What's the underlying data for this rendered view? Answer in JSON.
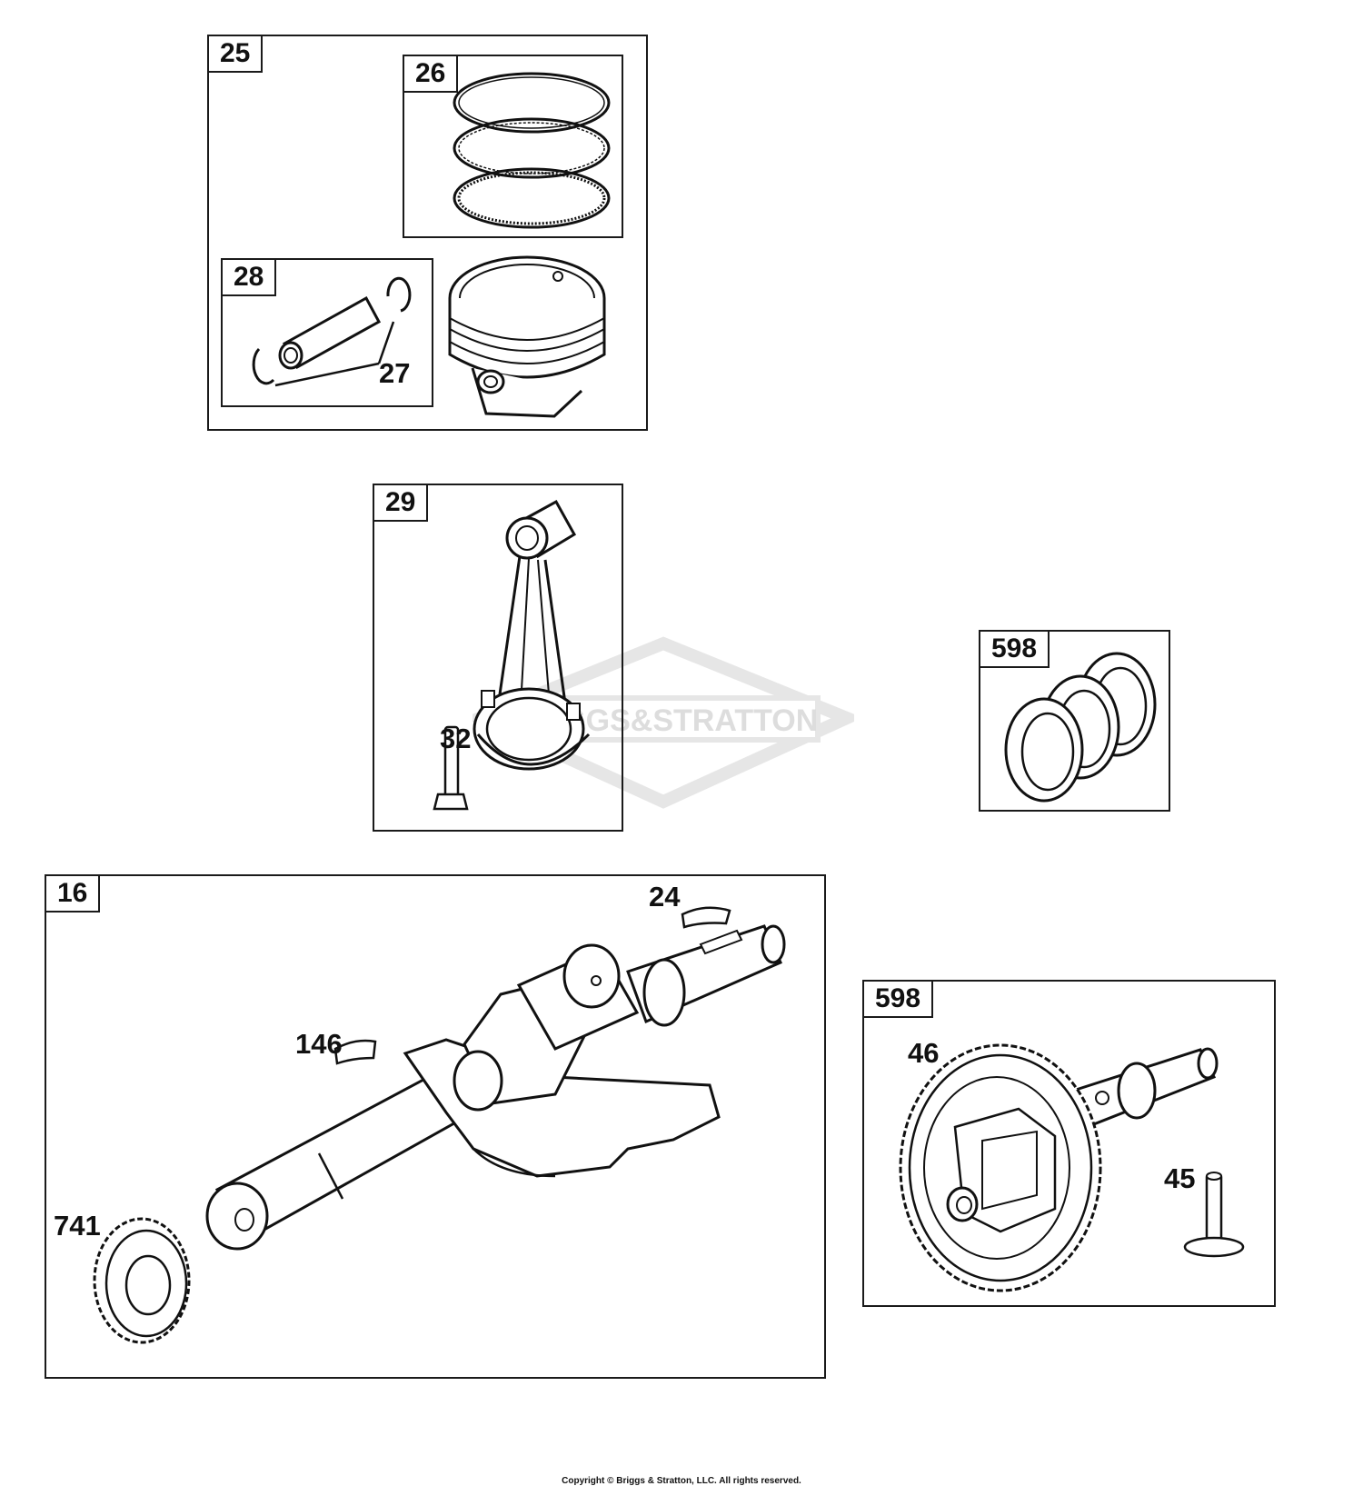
{
  "watermark": {
    "brand": "BRIGGS&STRATTON",
    "color": "#e6e6e6"
  },
  "boxes": {
    "piston_assembly": {
      "label": "25"
    },
    "ring_set": {
      "label": "26"
    },
    "pin_kit": {
      "label": "28"
    },
    "connecting_rod": {
      "label": "29"
    },
    "shim_kit_upper": {
      "label": "598"
    },
    "crankshaft": {
      "label": "16"
    },
    "camshaft_kit": {
      "label": "598"
    }
  },
  "callouts": {
    "retainer": "27",
    "rod_bolt": "32",
    "crank_key": "24",
    "flywheel_key": "146",
    "crank_gear": "741",
    "camshaft": "46",
    "valve_tappet": "45"
  },
  "footer": {
    "copyright": "Copyright © Briggs & Stratton, LLC. All rights reserved."
  }
}
